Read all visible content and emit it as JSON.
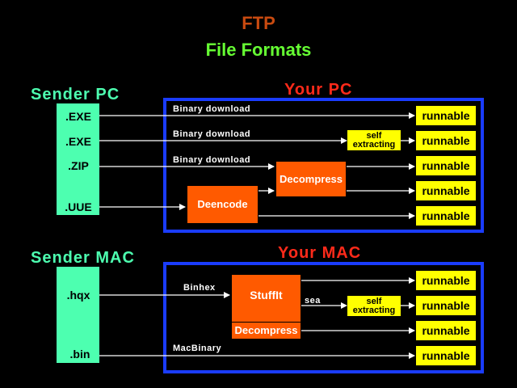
{
  "header": {
    "title": "FTP",
    "subtitle": "File Formats",
    "title_color": "#c84a10",
    "subtitle_color": "#66ff33"
  },
  "pc": {
    "sender_label": "Sender PC",
    "your_label": "Your PC",
    "files": [
      ".EXE",
      ".EXE",
      ".ZIP",
      ".UUE"
    ],
    "edge_labels": [
      "Binary download",
      "Binary download",
      "Binary download"
    ],
    "decompress": "Decompress",
    "decode": "Deencode",
    "self_extracting": [
      "self",
      "extracting"
    ],
    "runnable": [
      "runnable",
      "runnable",
      "runnable",
      "runnable",
      "runnable"
    ]
  },
  "mac": {
    "sender_label": "Sender MAC",
    "your_label": "Your MAC",
    "files": [
      ".hqx",
      ".bin"
    ],
    "edge_labels": [
      "Binhex",
      "MacBinary",
      "sea"
    ],
    "stuffit": "StuffIt",
    "decompress": "Decompress",
    "self_extracting": [
      "self",
      "extracting"
    ],
    "runnable": [
      "runnable",
      "runnable",
      "runnable",
      "runnable"
    ]
  },
  "colors": {
    "sender": "#4dffb0",
    "frame": "#1a3cff",
    "your_label": "#ff2a1a",
    "runnable": "#ffff00",
    "process": "#ff5a00"
  }
}
